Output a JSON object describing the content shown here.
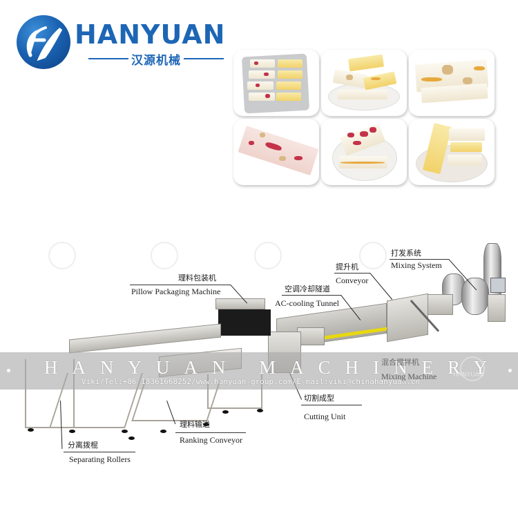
{
  "brand": {
    "name": "HANYUAN",
    "name_cn": "汉源机械",
    "primary_color": "#1d66b6",
    "logo_icon": "hy-monogram-circle-icon"
  },
  "products": {
    "items": [
      {
        "name": "nougat-tray-cranberry-mango",
        "description": "Cranberry and mango nougat bars on a tray"
      },
      {
        "name": "nougat-plate-nut-mango",
        "description": "Nut and mango nougat bars on a plate"
      },
      {
        "name": "nougat-slab-nut-mango",
        "description": "Stacked nut mango nougat slabs"
      },
      {
        "name": "nougat-slab-cranberry",
        "description": "Pink cranberry nougat slab"
      },
      {
        "name": "nougat-plate-cranberry",
        "description": "Cranberry nougat bars on a plate"
      },
      {
        "name": "nougat-bowl-mango",
        "description": "Mango nougat bars in a bowl"
      }
    ]
  },
  "production_line": {
    "labels": [
      {
        "id": "mixing-system",
        "cn": "打发系统",
        "en": "Mixing System"
      },
      {
        "id": "conveyor",
        "cn": "提升机",
        "en": "Conveyor"
      },
      {
        "id": "ac-cooling-tunnel",
        "cn": "空调冷却隧道",
        "en": "AC-cooling Tunnel"
      },
      {
        "id": "pillow-packaging-machine",
        "cn": "理料包装机",
        "en": "Pillow Packaging Machine"
      },
      {
        "id": "mixing-machine",
        "cn": "混合搅拌机",
        "en": "Mixing Machine"
      },
      {
        "id": "cutting-unit",
        "cn": "切割成型",
        "en": "Cutting Unit"
      },
      {
        "id": "ranking-conveyor",
        "cn": "理料输送",
        "en": "Ranking Conveyor"
      },
      {
        "id": "separating-rollers",
        "cn": "分离拨棍",
        "en": "Separating Rollers"
      }
    ],
    "accent_yellow": "#e8d810"
  },
  "watermark": {
    "title": "HANYUAN MACHINERY",
    "contact": "Viki/Tel:+86 18361668252/www.hanyuan-group.com/E-mail:viki@chinahanyuan.cn",
    "mini_logo_text": "HANYUAN"
  }
}
